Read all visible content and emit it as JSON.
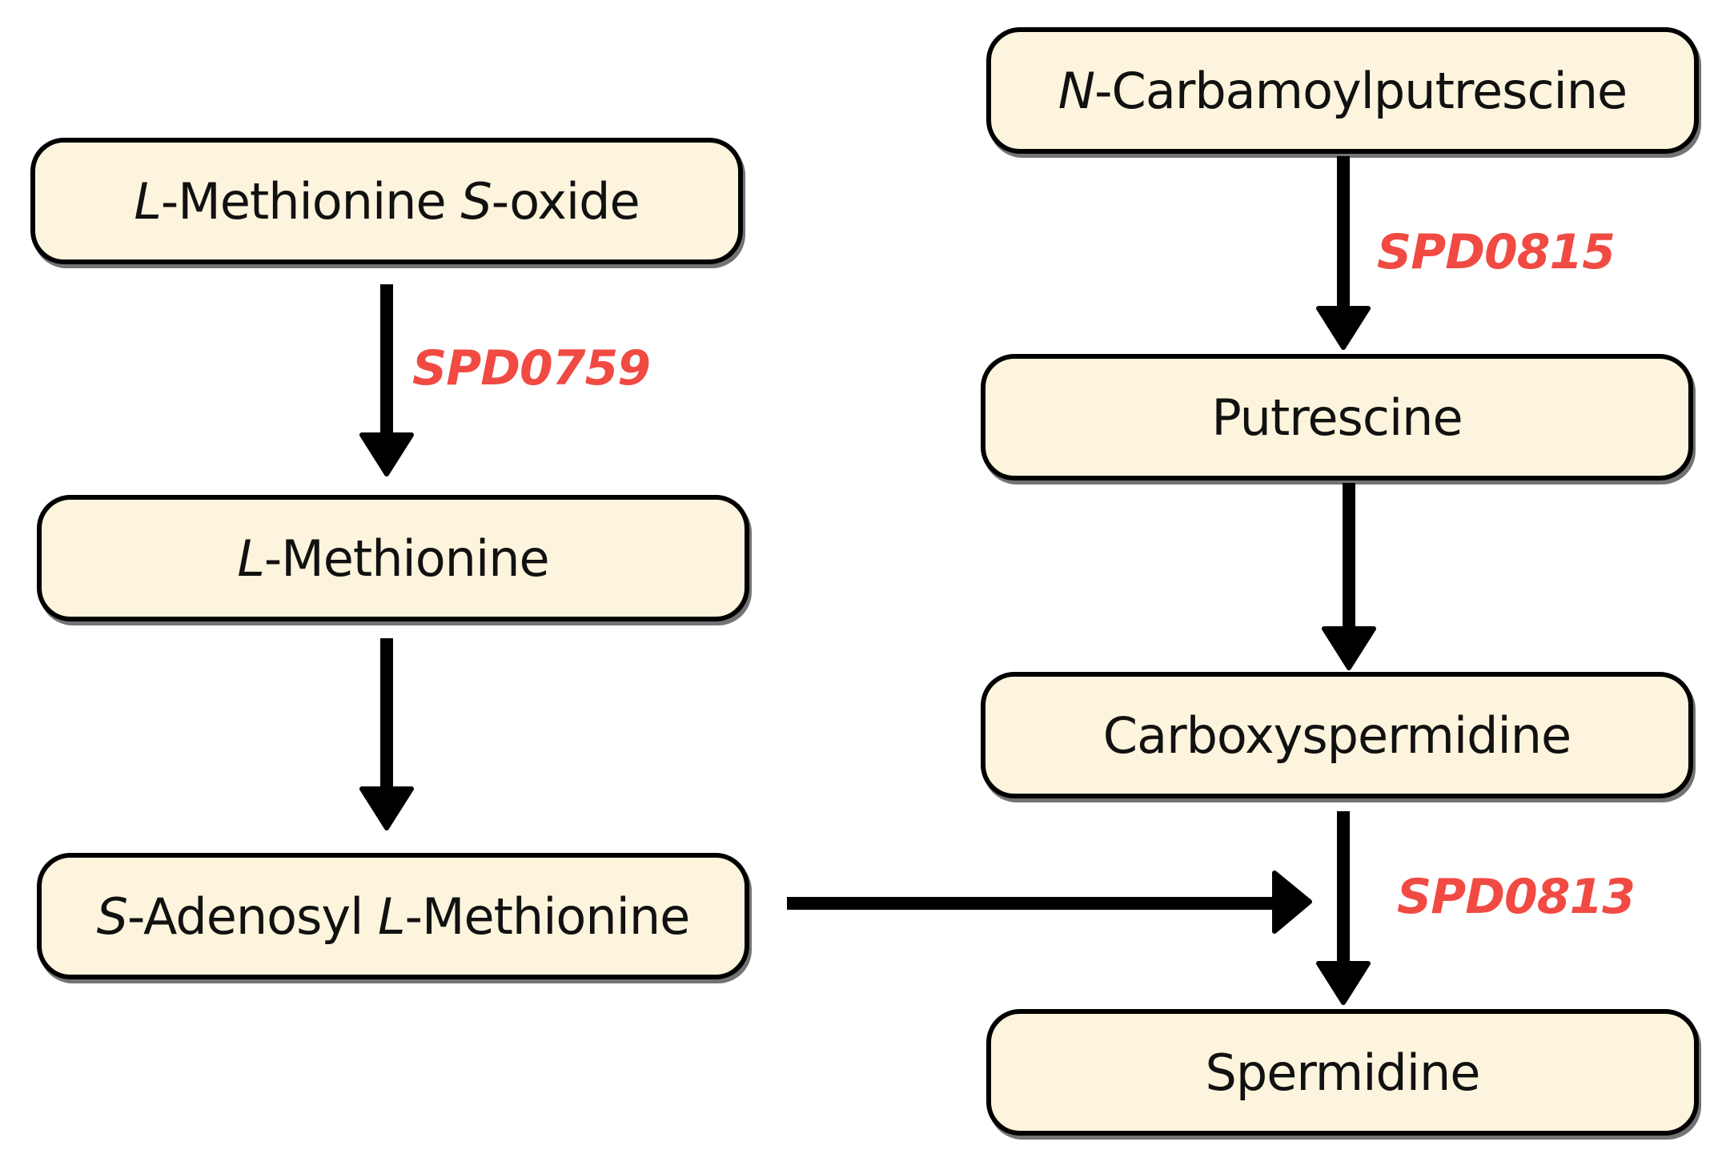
{
  "nodes": {
    "met_sox": {
      "prefix": "L",
      "mid": "-Methionine ",
      "prefix2": "S",
      "suffix": "-oxide"
    },
    "met": {
      "prefix": "L",
      "suffix": "-Methionine"
    },
    "sam": {
      "prefix": "S",
      "mid": "-Adenosyl ",
      "prefix2": "L",
      "suffix": "-Methionine"
    },
    "ncp": {
      "prefix": "N",
      "suffix": "-Carbamoylputrescine"
    },
    "put": {
      "label": "Putrescine"
    },
    "cspd": {
      "label": "Carboxyspermidine"
    },
    "spd": {
      "label": "Spermidine"
    }
  },
  "enzymes": {
    "e1": "SPD0759",
    "e2": "SPD0815",
    "e3": "SPD0813"
  },
  "colors": {
    "node_fill": "#fcf4dc",
    "enzyme_text": "#f04a43",
    "arrow": "#000000"
  }
}
